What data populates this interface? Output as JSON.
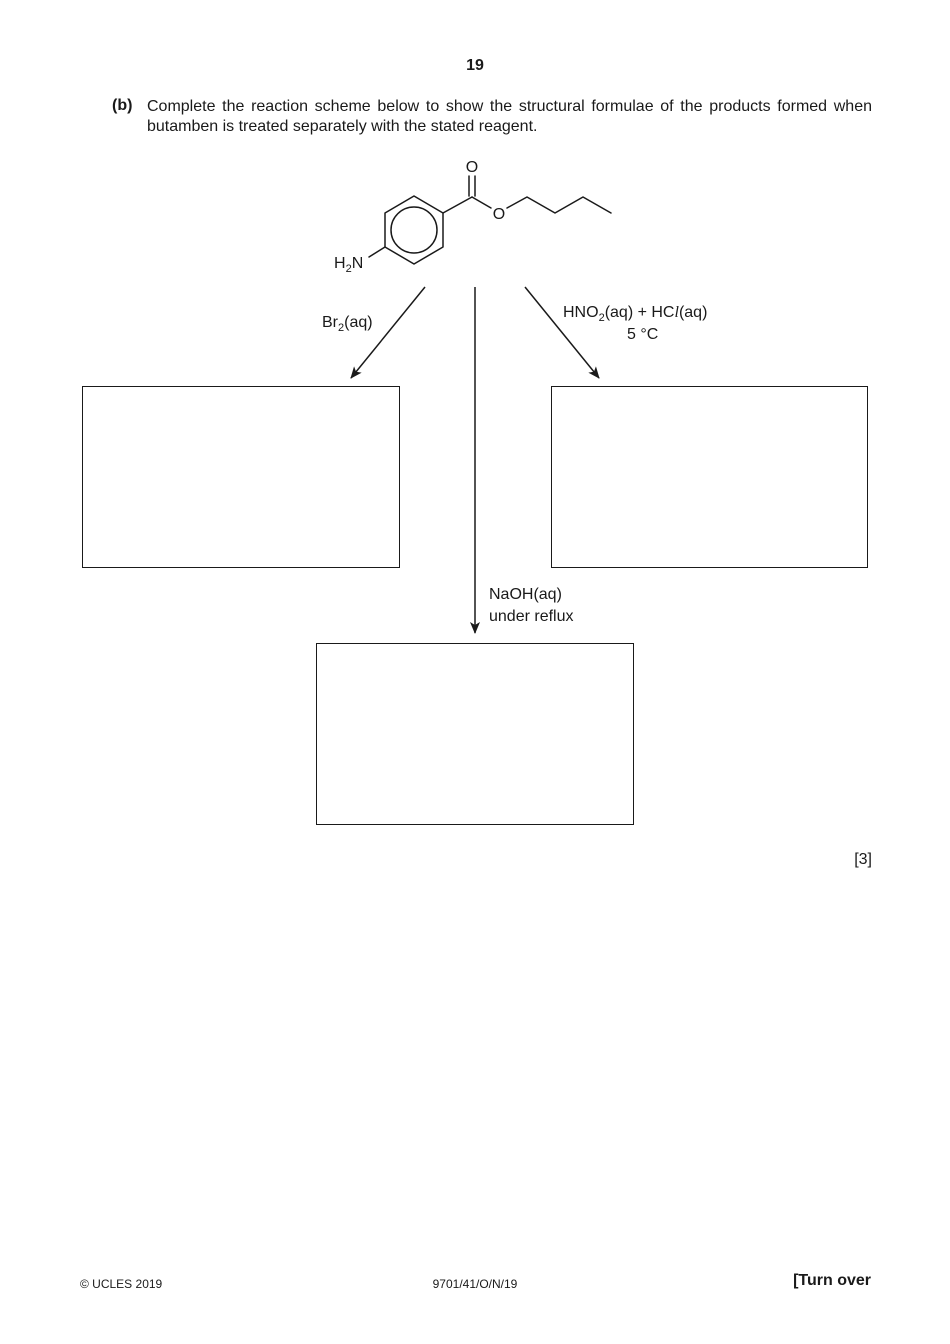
{
  "page": {
    "number": "19"
  },
  "question": {
    "part": "(b)",
    "text": "Complete the reaction scheme below to show the structural formulae of the products formed when butamben is treated separately with the stated reagent."
  },
  "molecule": {
    "o_top": "O",
    "o_ester": "O",
    "amine_h": "H",
    "amine_sub": "2",
    "amine_n": "N"
  },
  "reagents": {
    "left": {
      "pre": "Br",
      "sub": "2",
      "post": "(aq)"
    },
    "right": {
      "pre": "HNO",
      "sub": "2",
      "mid": "(aq) + HC",
      "italic": "l",
      "post": "(aq)",
      "condition": "5 °C"
    },
    "bottom": {
      "line1": "NaOH(aq)",
      "line2": "under reflux"
    }
  },
  "marks": "[3]",
  "footer": {
    "copyright": "© UCLES 2019",
    "code": "9701/41/O/N/19",
    "turn_over": "[Turn over"
  }
}
